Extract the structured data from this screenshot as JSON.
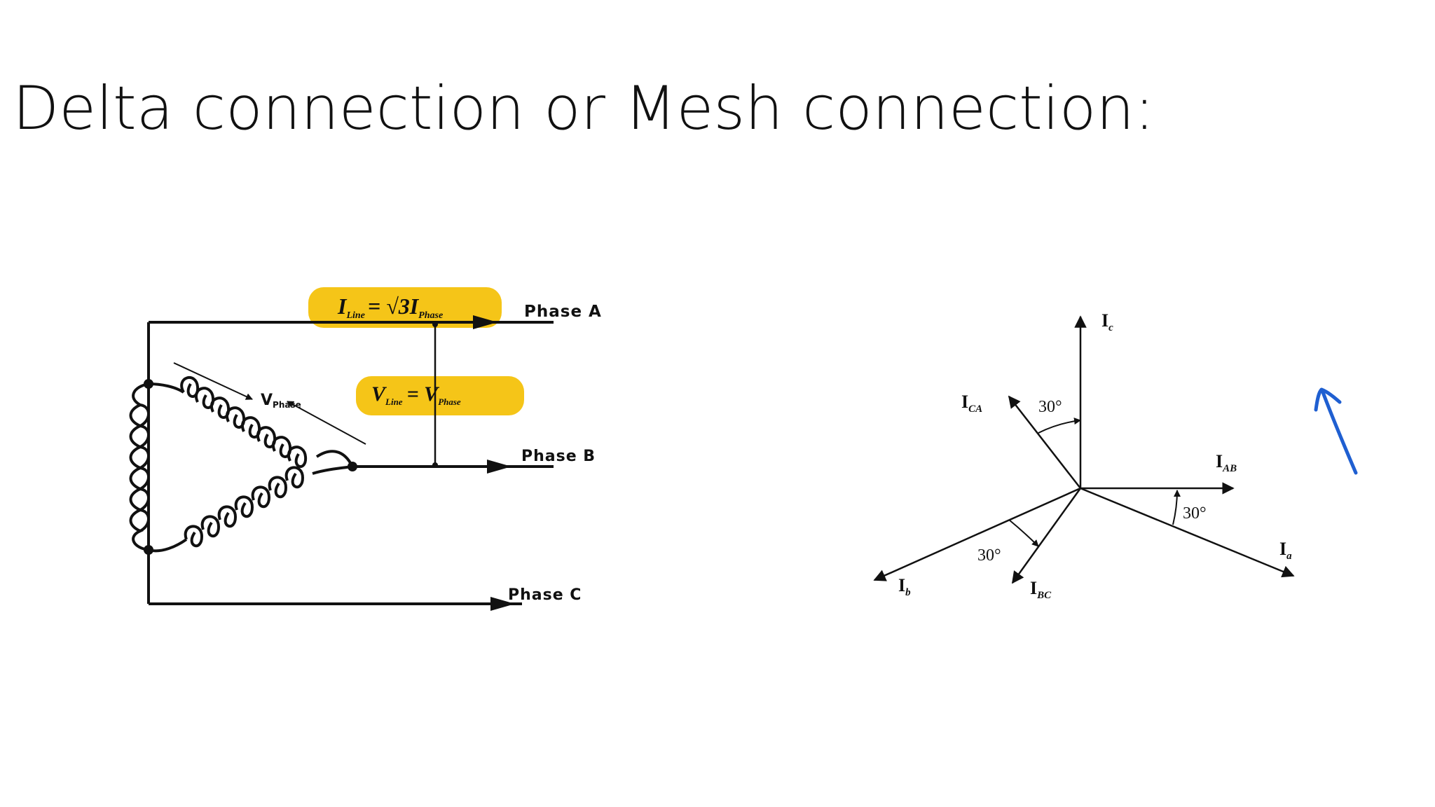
{
  "slide": {
    "title": "Delta connection or Mesh connection:"
  },
  "circuit": {
    "phase_a": "Phase  A",
    "phase_b": "Phase  B",
    "phase_c": "Phase  C",
    "v_phase_label": "V",
    "v_phase_sub": "Phase",
    "eq_current": {
      "lhs": "I",
      "lhs_sub": "Line",
      "rhs": "= √3I",
      "rhs_sub": "Phase"
    },
    "eq_voltage": {
      "lhs": "V",
      "lhs_sub": "Line",
      "rhs": "= V",
      "rhs_sub": "Phase"
    },
    "highlight_color": "#f5c518"
  },
  "phasor": {
    "labels": {
      "ic": "I",
      "ic_sub": "c",
      "ica": "I",
      "ica_sub": "CA",
      "iab": "I",
      "iab_sub": "AB",
      "ia": "I",
      "ia_sub": "a",
      "ib": "I",
      "ib_sub": "b",
      "ibc": "I",
      "ibc_sub": "BC"
    },
    "angle_top": "30°",
    "angle_right": "30°",
    "angle_bottom": "30°"
  },
  "annotation": {
    "ink_color": "#1f5fd1",
    "icon": "hand-drawn-arrow-icon"
  }
}
